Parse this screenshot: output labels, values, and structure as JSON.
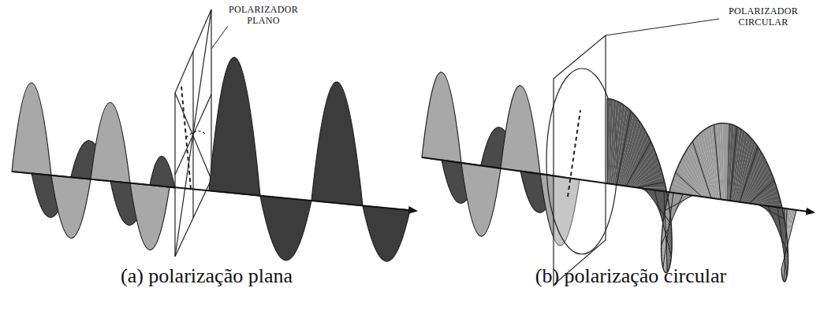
{
  "diagram": {
    "labels": [
      "POLARIZADOR PLANO",
      "POLARIZADOR CIRCULAR",
      "(a) polarização plana",
      "(b) polarização circular"
    ]
  }
}
